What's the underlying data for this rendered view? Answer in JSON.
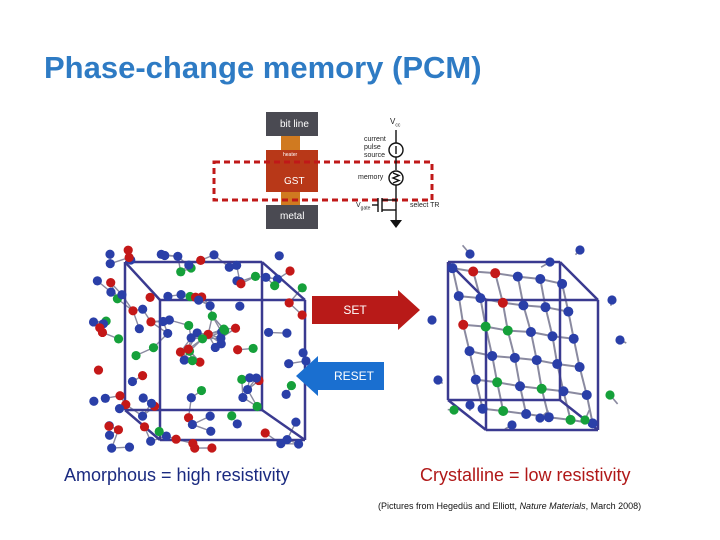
{
  "slide": {
    "title": "Phase-change memory (PCM)"
  },
  "device": {
    "top_label": "bit line",
    "heater_label": "heater",
    "gst_label": "GST",
    "bottom_label": "metal",
    "colors": {
      "electrode": "#4a4a52",
      "heater": "#d07a20",
      "gst": "#b83818",
      "dashed_box": "#c01818"
    }
  },
  "circuit": {
    "vcc": "V",
    "vcc_sub": "cc",
    "current_source_label": "current pulse source",
    "memory_label": "memory",
    "vgate": "V",
    "vgate_sub": "gate",
    "select_label": "select TR"
  },
  "arrows": {
    "set_label": "SET",
    "reset_label": "RESET",
    "set_color": "#b81a18",
    "reset_color": "#1a6fd0"
  },
  "captions": {
    "left": "Amorphous = high resistivity",
    "right": "Crystalline = low resistivity"
  },
  "source": {
    "prefix": "(Pictures from Hegedüs and Elliott, ",
    "journal": "Nature Materials",
    "suffix": ", March 2008)"
  },
  "atom_colors": {
    "blue": "#2a3fa8",
    "red": "#c41818",
    "green": "#15a03a",
    "bond": "#8a8aa0",
    "cell": "#3a3a90"
  }
}
